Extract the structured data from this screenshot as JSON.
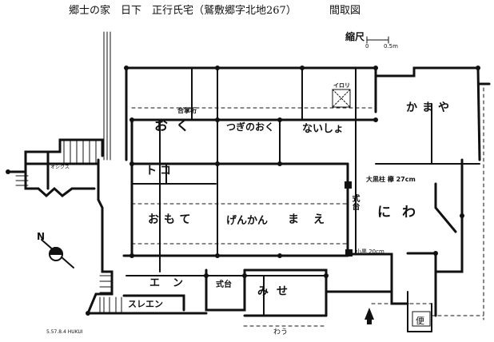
{
  "title": "郷士の家　日下　正行氏宅（鷲敷郷字北地267）",
  "title_suffix": "間取図",
  "scale": {
    "label": "縮尺",
    "zero": "0",
    "end": "0.5m"
  },
  "rooms": {
    "oku": "おく",
    "tsugi_no_oku": "つぎのおく",
    "naisho": "ないしょ",
    "kamaya": "かまや",
    "toko": "トコ",
    "omote": "おもて",
    "genkan": "げんかん",
    "mae": "まえ",
    "niwa": "にわ",
    "en": "エン",
    "shikidai_1": "式台",
    "shikidai_2": "式台",
    "mise": "みせ",
    "sure_en": "スレエン",
    "irori": "イロリ",
    "benjo": "便",
    "closet": "オシクス"
  },
  "annotations": {
    "gassho": "合掌桁",
    "daikokubashira": "大黒柱 欅 27cm",
    "kokubashira": "小黒 20cm",
    "date": "5.57.8.4 HUKUI",
    "north": "N",
    "bottom": "わう"
  }
}
